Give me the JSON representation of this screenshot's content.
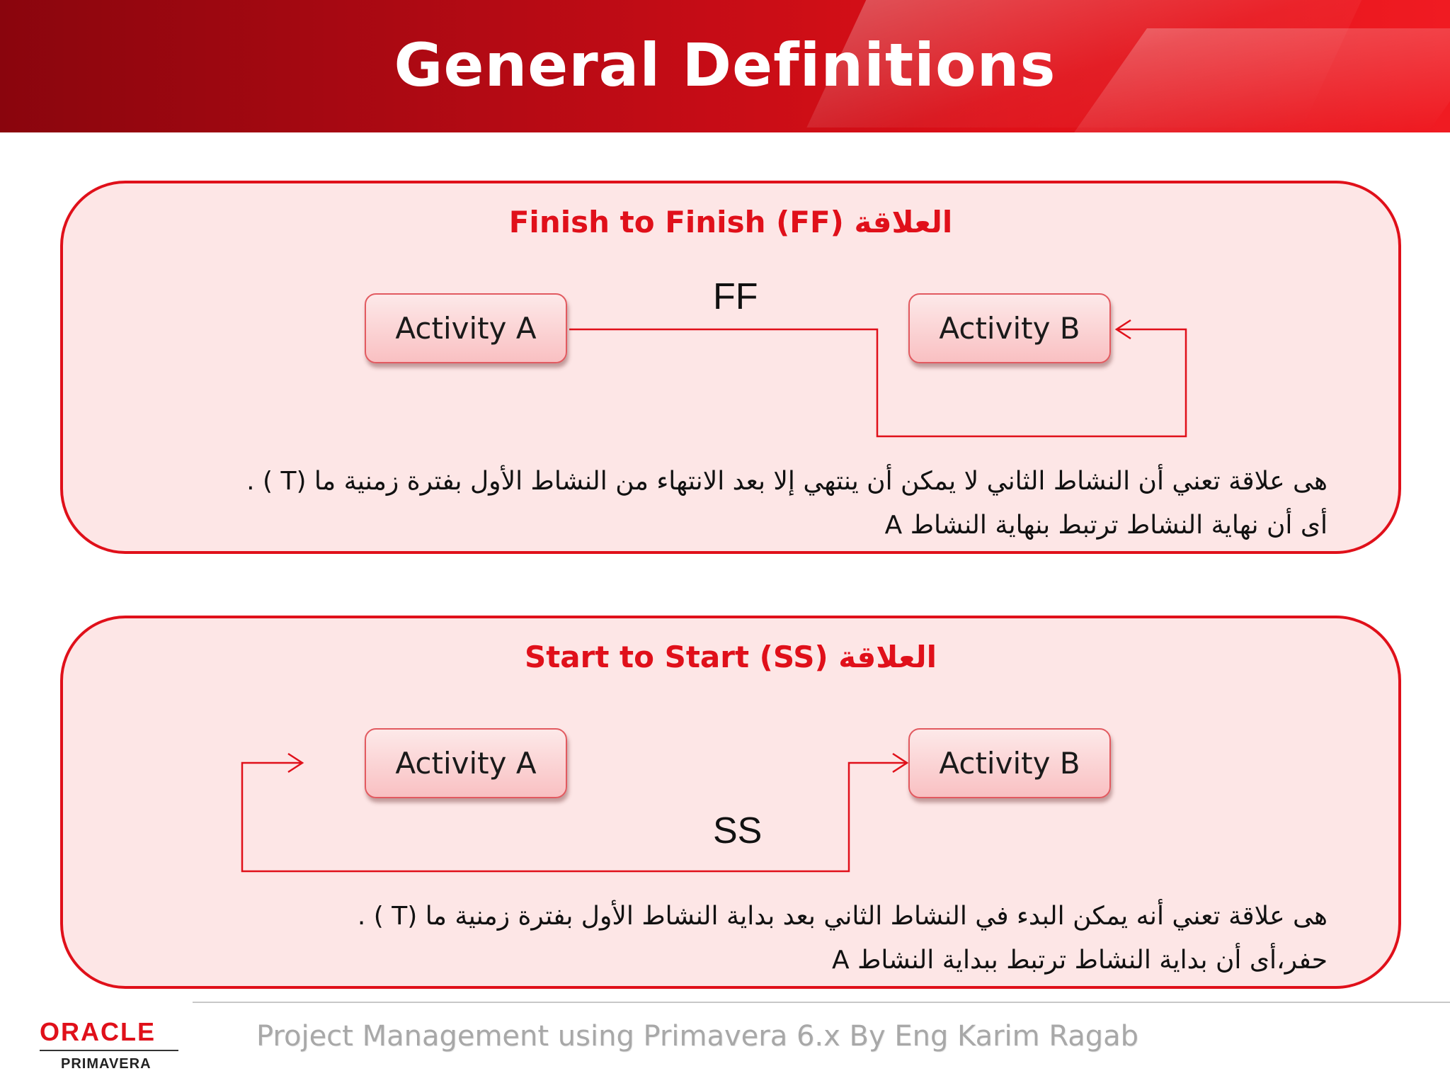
{
  "header": {
    "title": "General Definitions"
  },
  "ff_panel": {
    "title": "Finish to Finish (FF) العلاقة",
    "activity_a": "Activity A",
    "activity_b": "Activity B",
    "link_label": "FF",
    "desc_line1": "هى علاقة تعني أن النشاط الثاني لا يمكن أن ينتهي إلا بعد الانتهاء من النشاط الأول بفترة زمنية ما (T ) .",
    "desc_line2": "أى أن نهاية النشاط ترتبط بنهاية النشاط A"
  },
  "ss_panel": {
    "title": "Start to Start (SS) العلاقة",
    "activity_a": "Activity A",
    "activity_b": "Activity B",
    "link_label": "SS",
    "desc_line1": "هى علاقة تعني أنه يمكن البدء في النشاط الثاني بعد بداية النشاط الأول بفترة زمنية ما (T ) .",
    "desc_line2": "حفر،أى أن بداية النشاط ترتبط ببداية النشاط A"
  },
  "footer": {
    "logo_oracle": "ORACLE",
    "logo_primavera": "PRIMAVERA",
    "text": "Project Management using Primavera 6.x By Eng Karim Ragab"
  },
  "colors": {
    "accent_red": "#e0101a",
    "panel_fill": "#fde6e6",
    "box_fill": "#f9c0c2"
  }
}
